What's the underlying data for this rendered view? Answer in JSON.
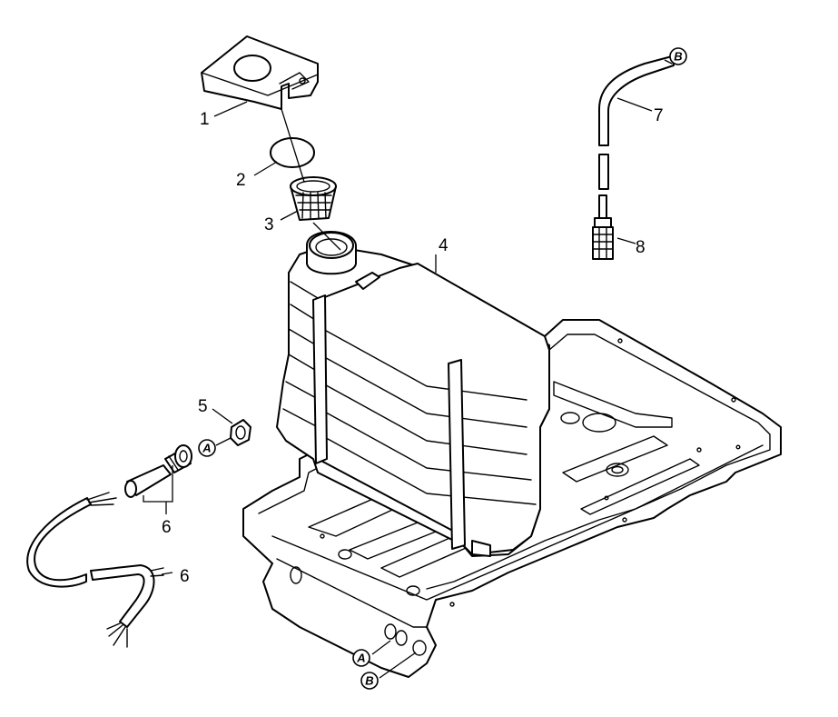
{
  "callouts": {
    "c1": "1",
    "c2": "2",
    "c3": "3",
    "c4": "4",
    "c5": "5",
    "c6a": "6",
    "c6b": "6",
    "c7": "7",
    "c8": "8"
  },
  "markers": {
    "b_top": "B",
    "a_mid": "A",
    "a_bottom": "A",
    "b_bottom": "B"
  },
  "colors": {
    "line": "#000000",
    "background": "#ffffff",
    "shade": "#d8d8d8"
  }
}
